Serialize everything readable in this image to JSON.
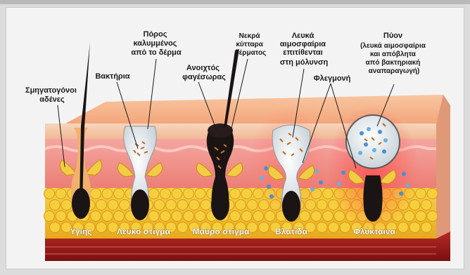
{
  "labels": {
    "sweat_glands": [
      "Σμηγατογόνοι",
      "αδένες"
    ],
    "bacteria": "Βακτήρια",
    "pore_covered": [
      "Πόρος",
      "καλυμμένος",
      "από το δέρμα"
    ],
    "open_comedo": [
      "Ανοιχτός",
      "φαγέσωρας"
    ],
    "dead_cells": [
      "Νεκρά",
      "κύτταρα",
      "δέρματος"
    ],
    "white_cells": [
      "Λευκά",
      "αιμοσφαίρια",
      "επιτίθενται",
      "στη μόλυνση"
    ],
    "inflammation": "Φλεγμονή",
    "pus": [
      "Πύον",
      "(λευκά αιμοσφαίρια",
      "και απόβλητα",
      "από βακτηριακή",
      "αναπαραγωγή)"
    ]
  },
  "stages": [
    "Υγιής",
    "Λευκό στίγμα",
    "Μαύρο στίγμα",
    "Βλατίδα",
    "Φλύκταινα"
  ],
  "colors": {
    "skin_top": "#f6b48e",
    "skin_front": "#f5c8a8",
    "dermis": "#f08a82",
    "fat": "#f2c232",
    "muscle": "#9a1e1e",
    "hair": "#1a1414",
    "sebaceous": "#f3cc45",
    "pus": "#e9eef2"
  }
}
